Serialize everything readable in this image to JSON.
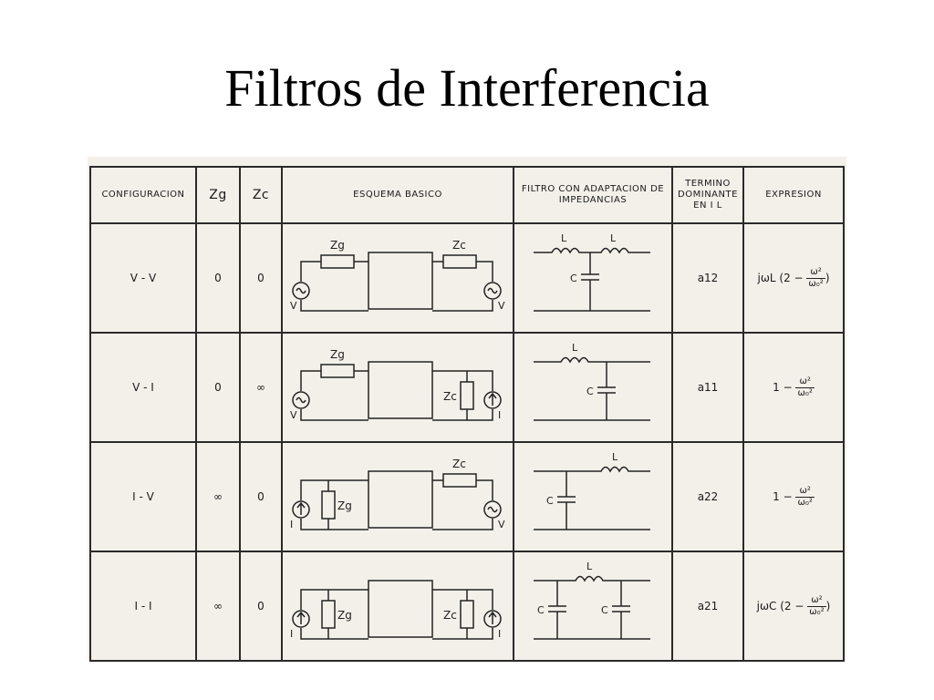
{
  "title": "Filtros de Interferencia",
  "table": {
    "headers": {
      "configuracion": "CONFIGURACION",
      "zg": "Zg",
      "zc": "Zc",
      "esquema": "ESQUEMA BASICO",
      "filtro": "FILTRO CON ADAPTACION DE IMPEDANCIAS",
      "termino": "TERMINO DOMINANTE EN I L",
      "expresion": "EXPRESION"
    },
    "rows": [
      {
        "config": "V - V",
        "zg": "0",
        "zc": "0",
        "esquema_labels": {
          "zg": "Zg",
          "zc": "Zc",
          "left_source": "V",
          "right_source": "V"
        },
        "filtro_labels": {
          "l1": "L",
          "l2": "L",
          "c1": "C"
        },
        "termino": "a12",
        "expr": {
          "prefix": "jωL",
          "open": "(2 −",
          "num": "ω²",
          "den": "ω₀²",
          "close": ")"
        }
      },
      {
        "config": "V - I",
        "zg": "0",
        "zc": "∞",
        "esquema_labels": {
          "zg": "Zg",
          "zc": "Zc",
          "left_source": "V",
          "right_source": "I"
        },
        "filtro_labels": {
          "l1": "L",
          "c1": "C"
        },
        "termino": "a11",
        "expr": {
          "prefix": "",
          "open": "1 −",
          "num": "ω²",
          "den": "ω₀²",
          "close": ""
        }
      },
      {
        "config": "I - V",
        "zg": "∞",
        "zc": "0",
        "esquema_labels": {
          "zg": "Zg",
          "zc": "Zc",
          "left_source": "I",
          "right_source": "V"
        },
        "filtro_labels": {
          "l1": "L",
          "c1": "C"
        },
        "termino": "a22",
        "expr": {
          "prefix": "",
          "open": "1 −",
          "num": "ω²",
          "den": "ω₀²",
          "close": ""
        }
      },
      {
        "config": "I - I",
        "zg": "∞",
        "zc": "0",
        "esquema_labels": {
          "zg": "Zg",
          "zc": "Zc",
          "left_source": "I",
          "right_source": "I"
        },
        "filtro_labels": {
          "l1": "L",
          "c1": "C",
          "c2": "C"
        },
        "termino": "a21",
        "expr": {
          "prefix": "jωC",
          "open": "(2 −",
          "num": "ω²",
          "den": "ω₀²",
          "close": ")"
        }
      }
    ]
  }
}
